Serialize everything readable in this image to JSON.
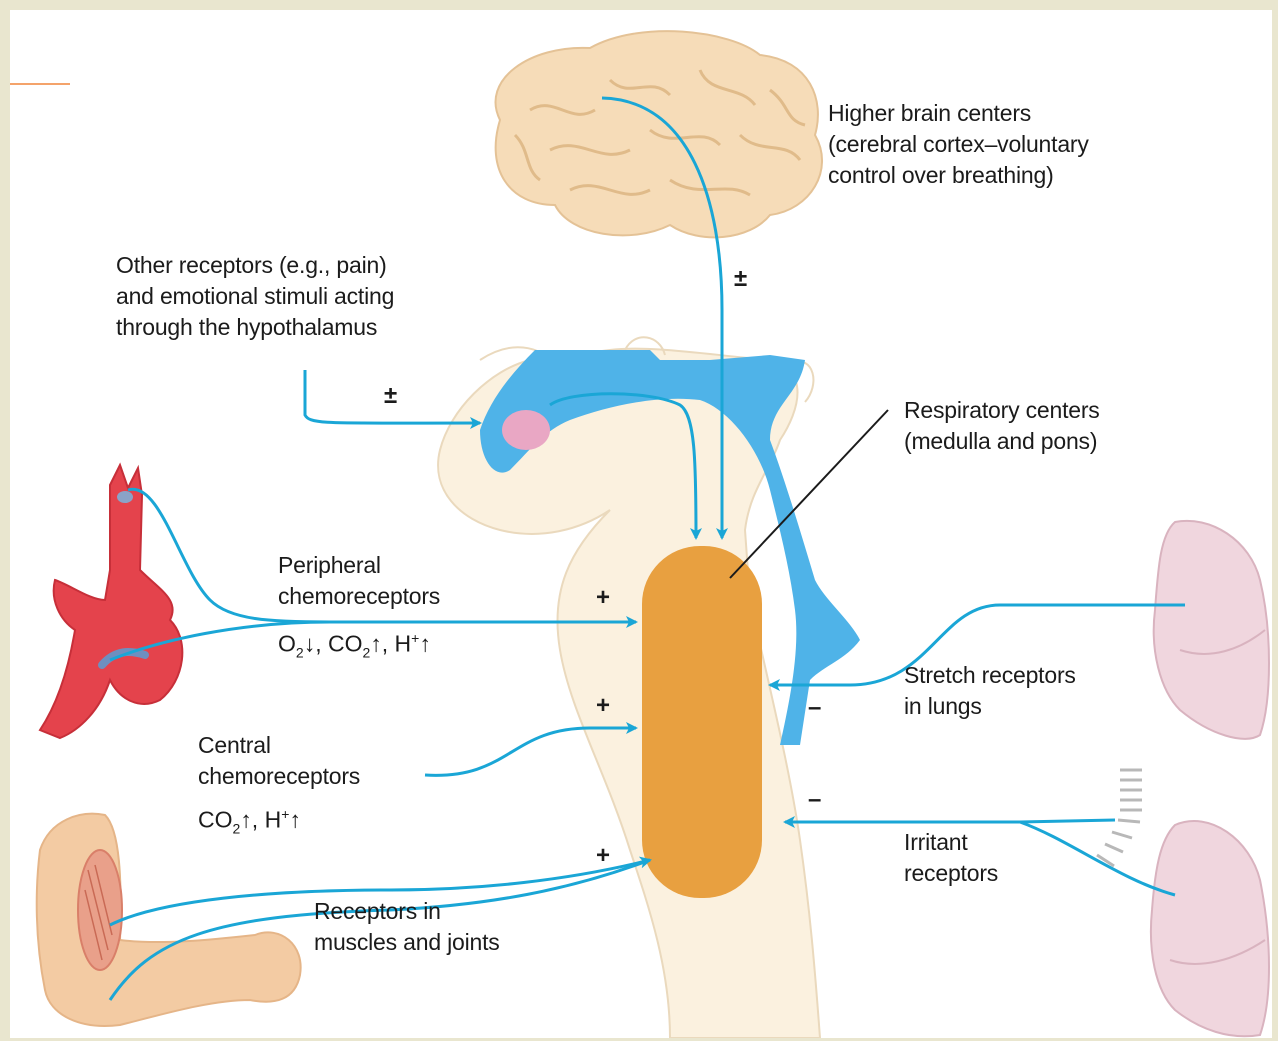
{
  "colors": {
    "background": "#e9e6cf",
    "arrow": "#1aa6d6",
    "brain": "#f6dcb8",
    "brainstem": "#fbf1df",
    "csf_ventricle": "#4fb3e8",
    "respiratory_center": "#e8a040",
    "hypothalamus": "#e9a7c4",
    "aorta": "#e4434c",
    "lung": "#f0d6de",
    "arm": "#f3cba3"
  },
  "labels": {
    "higher_brain": [
      "Higher brain centers",
      "(cerebral cortex–voluntary",
      "control over breathing)"
    ],
    "other_receptors": [
      "Other receptors (e.g., pain)",
      "and emotional stimuli acting",
      "through the hypothalamus"
    ],
    "respiratory_centers": [
      "Respiratory centers",
      "(medulla and pons)"
    ],
    "peripheral": [
      "Peripheral",
      "chemoreceptors"
    ],
    "peripheral_stimuli": {
      "o2": "O",
      "o2_sub": "2",
      "o2_arrow": "↓",
      "co2": ", CO",
      "co2_sub": "2",
      "co2_arrow": "↑",
      "h": ", H",
      "h_sup": "+",
      "h_arrow": "↑"
    },
    "central": [
      "Central",
      "chemoreceptors"
    ],
    "central_stimuli": {
      "co2": "CO",
      "co2_sub": "2",
      "co2_arrow": "↑",
      "h": ", H",
      "h_sup": "+",
      "h_arrow": "↑"
    },
    "stretch": [
      "Stretch receptors",
      "in lungs"
    ],
    "irritant": [
      "Irritant",
      "receptors"
    ],
    "muscles": [
      "Receptors in",
      "muscles and joints"
    ]
  },
  "signs": {
    "brain": "±",
    "hypothalamus": "±",
    "peripheral": "+",
    "central": "+",
    "muscles": "+",
    "stretch": "–",
    "irritant": "–"
  }
}
